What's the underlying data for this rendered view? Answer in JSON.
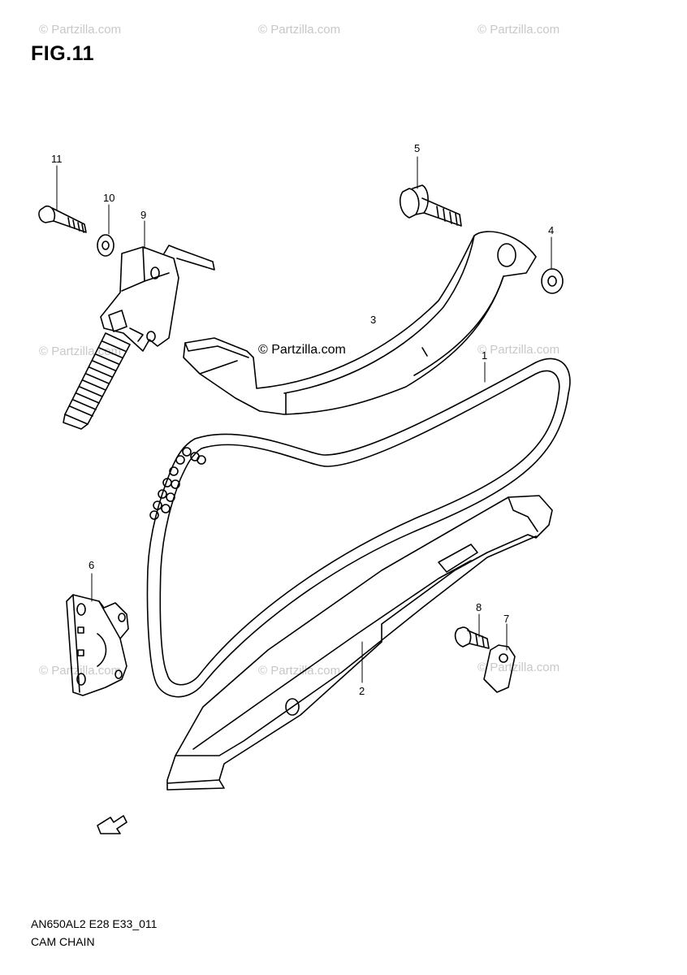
{
  "figure": {
    "title": "FIG.11"
  },
  "watermarks": {
    "top_left": "© Partzilla.com",
    "top_center": "© Partzilla.com",
    "top_right": "© Partzilla.com",
    "mid_left": "© Partzilla.com",
    "mid_center": "© Partzilla.com",
    "mid_right": "© Partzilla.com",
    "low_left": "© Partzilla.com",
    "low_center": "© Partzilla.com",
    "low_right": "© Partzilla.com"
  },
  "callouts": {
    "c1": "1",
    "c2": "2",
    "c3": "3",
    "c4": "4",
    "c5": "5",
    "c6": "6",
    "c7": "7",
    "c8": "8",
    "c9": "9",
    "c10": "10",
    "c11": "11"
  },
  "arrow_label": "FWD",
  "footer": {
    "code": "AN650AL2 E28 E33_011",
    "title": "CAM CHAIN"
  },
  "colors": {
    "line": "#000000",
    "watermark": "#c8c8c8",
    "background": "#ffffff"
  }
}
